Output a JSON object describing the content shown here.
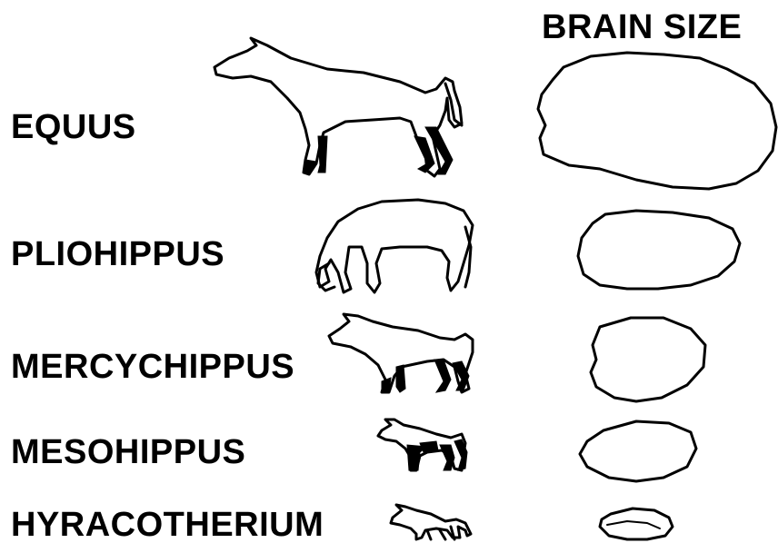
{
  "header": {
    "brain_size_label": "BRAIN SIZE"
  },
  "species": [
    {
      "name": "EQUUS",
      "animal_icon": "horse-icon",
      "brain_icon": "brain-outline-icon",
      "relative_brain_size": 1.0
    },
    {
      "name": "PLIOHIPPUS",
      "animal_icon": "grazing-horse-icon",
      "brain_icon": "brain-outline-icon",
      "relative_brain_size": 0.65
    },
    {
      "name": "MERCYCHIPPUS",
      "animal_icon": "horse-icon",
      "brain_icon": "brain-outline-icon",
      "relative_brain_size": 0.5
    },
    {
      "name": "MESOHIPPUS",
      "animal_icon": "small-horse-icon",
      "brain_icon": "brain-outline-icon",
      "relative_brain_size": 0.45
    },
    {
      "name": "HYRACOTHERIUM",
      "animal_icon": "dawn-horse-icon",
      "brain_icon": "brain-outline-icon",
      "relative_brain_size": 0.28
    }
  ],
  "colors": {
    "ink": "#000000",
    "background": "#ffffff"
  }
}
